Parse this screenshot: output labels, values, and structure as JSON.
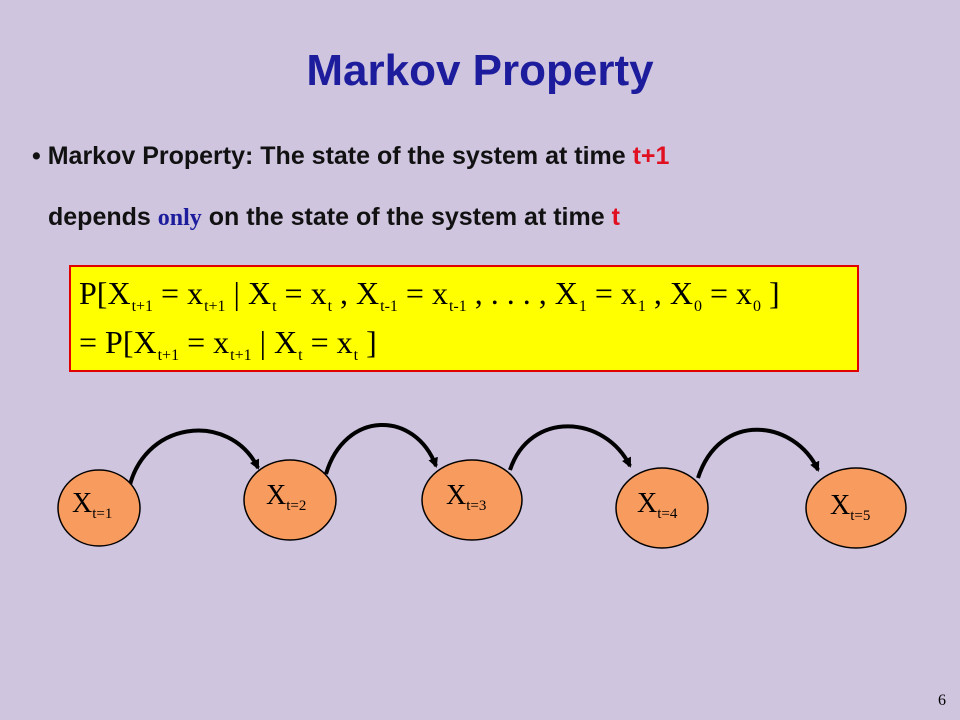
{
  "slide": {
    "title": "Markov Property",
    "bullet": {
      "marker": "•",
      "part1": "Markov Property: The state of the system at time ",
      "t_plus_1": "t+1",
      "part2_a": "depends ",
      "only": "only",
      "part2_b": " on the state of the system at time ",
      "t": "t"
    },
    "formula": {
      "line1": {
        "open": "P[X",
        "s1": "t+1",
        "a1": " = x",
        "s2": "t+1",
        "a2": " | X",
        "s3": "t",
        "a3": " = x",
        "s4": "t",
        "a4": " , X",
        "s5": "t-1",
        "a5": " = x",
        "s6": "t-1",
        "a6": " , . . . , X",
        "s7": "1",
        "a7": " = x",
        "s8": "1",
        "a8": " , X",
        "s9": "0",
        "a9": " = x",
        "s10": "0",
        "close": " ]"
      },
      "line2": {
        "open": "= P[X",
        "s1": "t+1",
        "a1": " = x",
        "s2": "t+1",
        "a2": " | X",
        "s3": "t",
        "a3": " = x",
        "s4": "t",
        "close": " ]"
      }
    },
    "nodes": [
      {
        "base": "X",
        "sub": "t=1"
      },
      {
        "base": "X",
        "sub": "t=2"
      },
      {
        "base": "X",
        "sub": "t=3"
      },
      {
        "base": "X",
        "sub": "t=4"
      },
      {
        "base": "X",
        "sub": "t=5"
      }
    ],
    "colors": {
      "background": "#cfc5df",
      "title": "#1c1c9c",
      "highlight_red": "#e01020",
      "formula_bg": "#ffff00",
      "formula_border": "#e00000",
      "node_fill": "#f79b5e"
    },
    "page_number": "6"
  }
}
